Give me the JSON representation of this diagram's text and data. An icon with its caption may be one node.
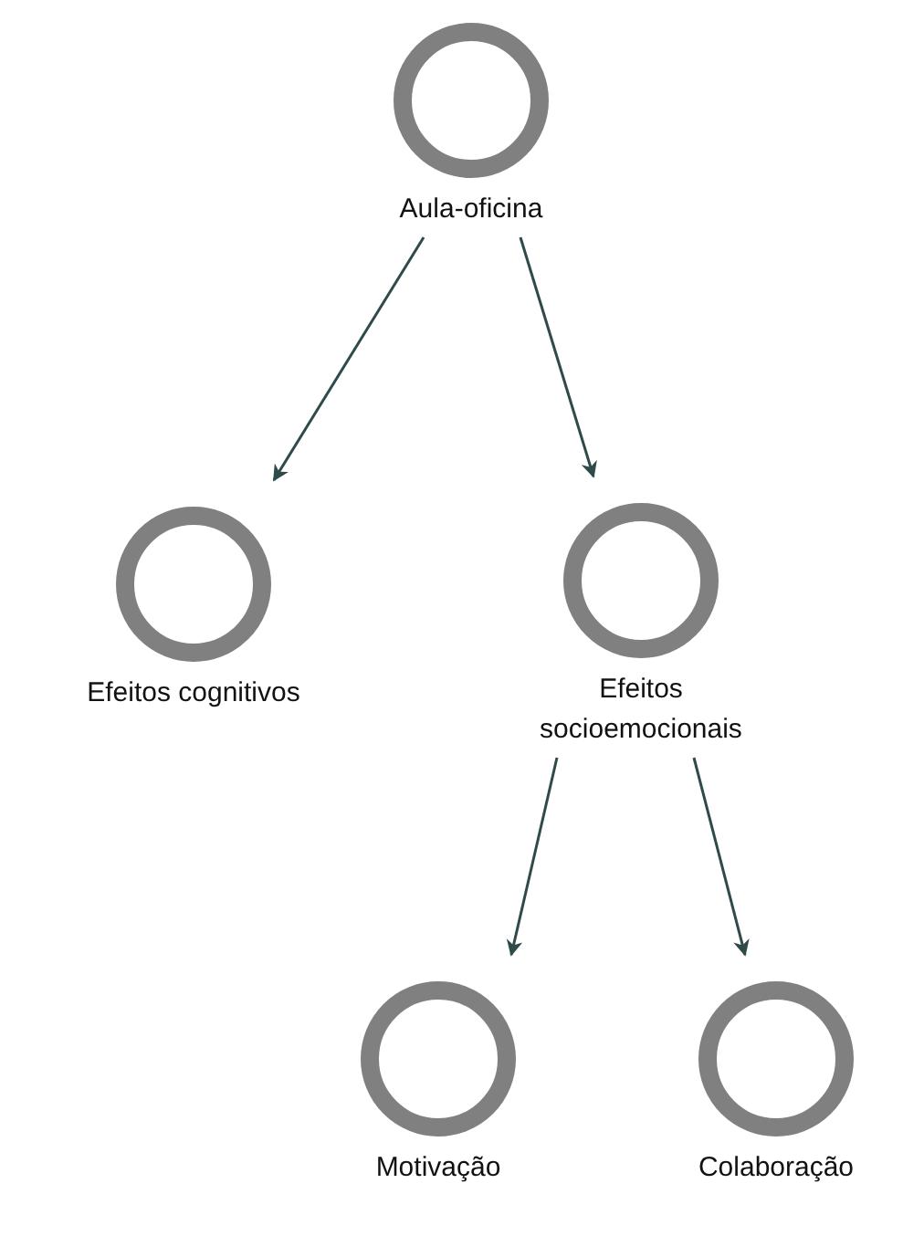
{
  "diagram": {
    "nodes": [
      {
        "text": [
          "Aula-oficina"
        ]
      },
      {
        "text": [
          "Efeitos cognitivos"
        ]
      },
      {
        "text": [
          "Efeitos socioemocionais"
        ]
      },
      {
        "text": [
          "Motivação"
        ]
      },
      {
        "text": [
          "Colaboração"
        ]
      }
    ],
    "edges": [
      {
        "from": 0,
        "to": 1,
        "arrow": "to"
      },
      {
        "from": 0,
        "to": 2,
        "arrow": "to"
      },
      {
        "from": 2,
        "to": 3,
        "arrow": "to"
      },
      {
        "from": 2,
        "to": 4,
        "arrow": "to"
      }
    ]
  }
}
